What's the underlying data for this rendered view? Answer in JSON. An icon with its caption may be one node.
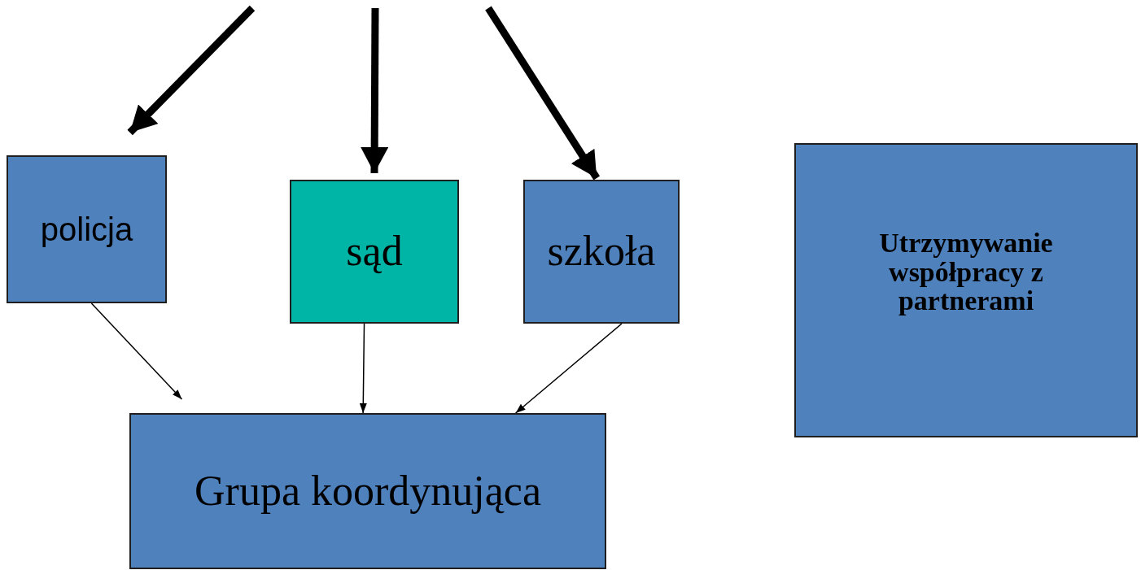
{
  "diagram": {
    "nodes": [
      {
        "text": [
          "policja"
        ]
      },
      {
        "text": [
          "sąd"
        ]
      },
      {
        "text": [
          "szkoła"
        ]
      },
      {
        "text": [
          "Grupa koordynująca"
        ]
      },
      {
        "text": [
          "Utrzymywanie współpracy z partnerami"
        ]
      }
    ],
    "edges": [
      {
        "from": null,
        "to": 0,
        "arrow": "to",
        "style": "thick"
      },
      {
        "from": null,
        "to": 1,
        "arrow": "to",
        "style": "thick"
      },
      {
        "from": null,
        "to": 2,
        "arrow": "to",
        "style": "thick"
      },
      {
        "from": 0,
        "to": 3,
        "arrow": "to"
      },
      {
        "from": 1,
        "to": 3,
        "arrow": "to"
      },
      {
        "from": 2,
        "to": 3,
        "arrow": "to"
      }
    ]
  }
}
